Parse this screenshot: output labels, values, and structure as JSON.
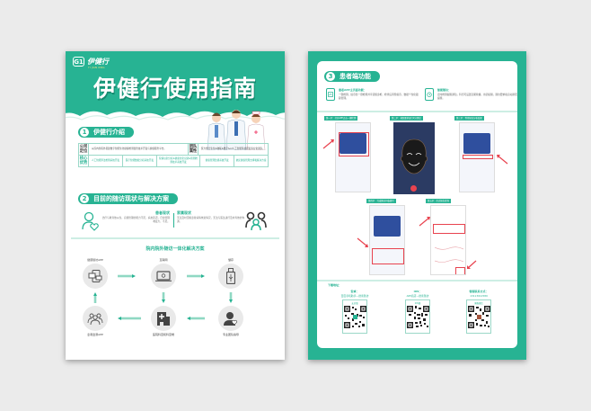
{
  "colors": {
    "brand": "#27b393",
    "background": "#ebebeb",
    "highlight_red": "#e8434f",
    "app_blue": "#2f4f9e"
  },
  "left_page": {
    "logo": {
      "mark": "G1",
      "name": "伊健行",
      "subtitle": "YI JIAN XING"
    },
    "title": "伊健行使用指南",
    "section1": {
      "number": "1",
      "label": "伊健行介绍",
      "rows": [
        {
          "head1": "公司定位",
          "text1": "从院内到院外搭建数字智能生化健康检测监管技术开发与健康服务平台。",
          "head2": "团队属性",
          "text2": "医大整合生化&物联&数字&AI人工智能科技研发专业化团队。"
        },
        {
          "head": "核心优势",
          "items": [
            "人工智能算法检测系统开发",
            "医疗智能数据分析系统开发",
            "院情识别分析&健康生化识别&预测检测技术系统开发",
            "健康管理监督系统开发",
            "依託健康管理支撑和解决方案"
          ]
        }
      ]
    },
    "section2": {
      "number": "2",
      "label": "目前的随访现状与解决方案",
      "patient": {
        "title": "患者现状",
        "text": "治疗与教育依从性，自我管理的能力不足，病友延迟，日常管理难度大，不足。"
      },
      "family": {
        "title": "家属现状",
        "text": "无法及时掌握患者病情恢复情况，无法与医生进行及时有效的沟通。"
      },
      "solution_title": "院内院外随访一体化解决方案",
      "nodes": [
        {
          "label": "健康随访APP",
          "icon": "devices-icon"
        },
        {
          "label": "互联网",
          "icon": "laptop-icon"
        },
        {
          "label": "储存",
          "icon": "usb-drive-icon"
        },
        {
          "label": "专业团队指导",
          "icon": "doctor-heart-icon"
        },
        {
          "label": "医院科室和科室端",
          "icon": "hospital-icon"
        },
        {
          "label": "患者监测APP",
          "icon": "patients-group-icon"
        }
      ],
      "arrows": [
        "数据传输",
        "数据存储",
        "数据",
        "数据",
        "数据同步",
        "数据分析反馈"
      ]
    }
  },
  "right_page": {
    "section3": {
      "number": "3",
      "label": "患者端功能",
      "features": [
        {
          "title": "患者APP主页面功能：",
          "text": "一键检测，提示您一键检测并享受随身检，检查后风险提示，数据个性化跟踪管理。",
          "icon": "phone-chart-icon"
        },
        {
          "title": "智能随访：",
          "text": "定时检测提醒通知，科室可设置定期轮播，用药提醒，随访要求和自动通话提醒。",
          "icon": "phone-alarm-icon"
        }
      ],
      "steps": [
        {
          "tag": "第一步：打开APP点击一键检测"
        },
        {
          "tag": "第二步：按照要求进行2分测试"
        },
        {
          "tag": "第三步：等待报告分析结果"
        },
        {
          "tag": "第四步：完成随访问卷填写"
        },
        {
          "tag": "第五步：历史报告查询"
        }
      ]
    },
    "download": {
      "title": "下载地址：",
      "columns": [
        {
          "title": "安卓：",
          "text": "百度手机助手—搜索随访",
          "qr_label": "安卓版"
        },
        {
          "title": "IOS：",
          "text": "APP商店—搜索随访",
          "qr_label": "IOS版"
        },
        {
          "title": "客服联系方式：",
          "text": "13113012589",
          "qr_label": "客服微信"
        }
      ]
    }
  }
}
